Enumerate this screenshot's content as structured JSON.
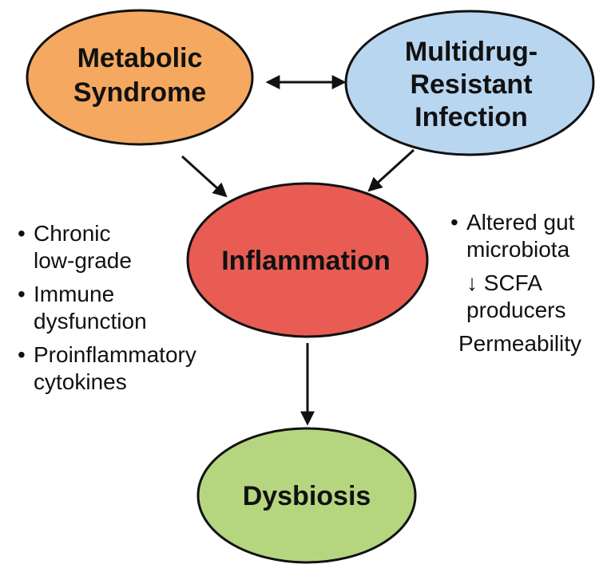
{
  "nodes": {
    "metabolic": {
      "line1": "Metabolic",
      "line2": "Syndrome",
      "color": "#f5a860"
    },
    "infection": {
      "line1": "Multidrug-",
      "line2": "Resistant",
      "line3": "Infection",
      "color": "#b9d6f0"
    },
    "inflammation": {
      "label": "Inflammation",
      "color": "#e85c54"
    },
    "dysbiosis": {
      "label": "Dysbiosis",
      "color": "#b5d67f"
    }
  },
  "left_list": {
    "items": [
      {
        "bullet": "•",
        "line1": "Chronic",
        "line2": "low-grade"
      },
      {
        "bullet": "•",
        "line1": "Immune",
        "line2": "dysfunction"
      },
      {
        "bullet": "•",
        "line1": "Proinflammatory",
        "line2": "cytokines"
      }
    ]
  },
  "right_list": {
    "item1": {
      "bullet": "•",
      "line1": "Altered gut",
      "line2": "microbiota"
    },
    "item2": {
      "arrow": "↓",
      "line1": "SCFA",
      "line2": "producers"
    },
    "item3": "Permeability"
  },
  "colors": {
    "stroke": "#111111",
    "arrow": "#111111"
  }
}
